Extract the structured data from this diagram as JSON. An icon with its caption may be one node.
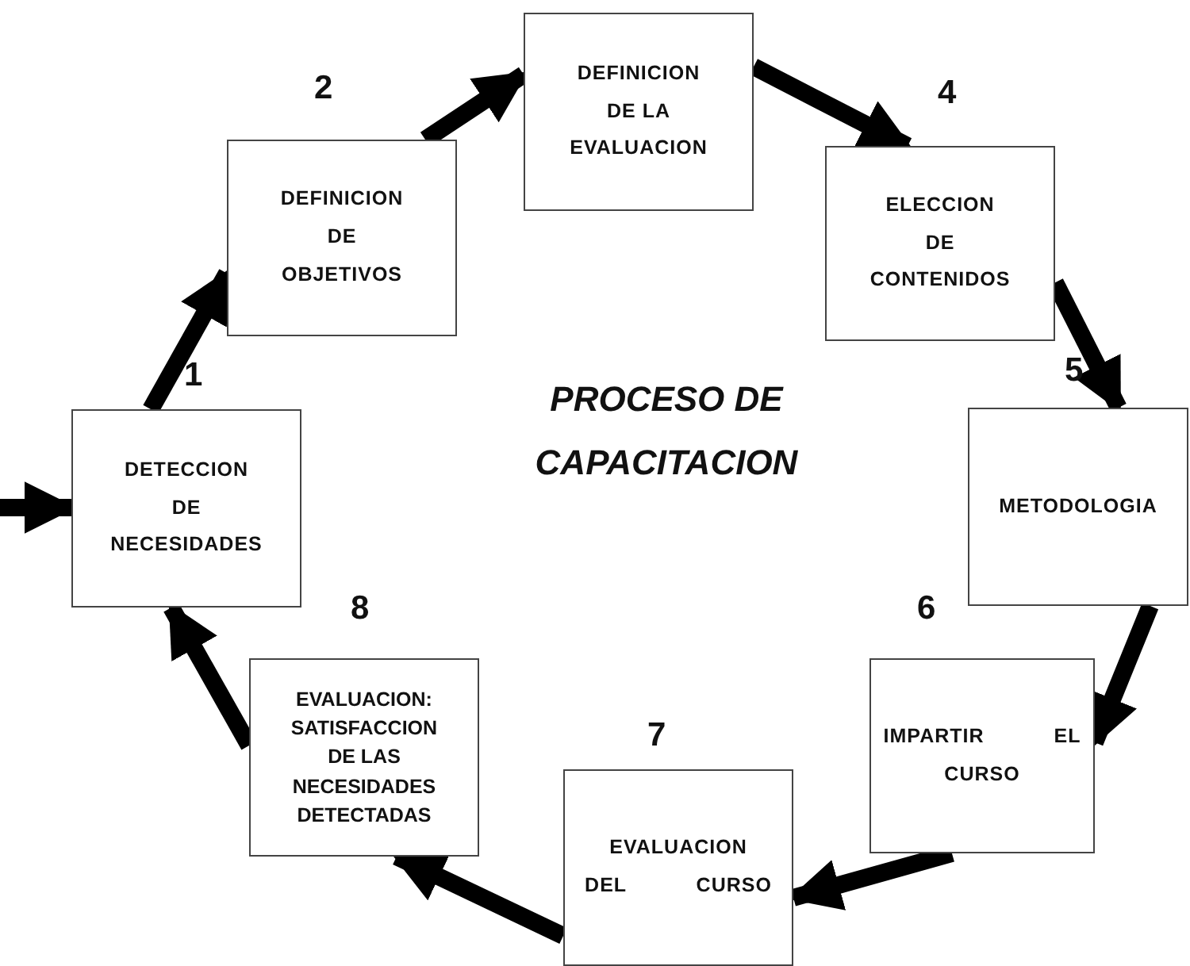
{
  "diagram": {
    "title": "PROCESO DE CAPACITACION",
    "nodes": [
      {
        "text": [
          "DETECCION DE NECESIDADES"
        ],
        "beside": [
          "1"
        ]
      },
      {
        "text": [
          "DEFINICION DE OBJETIVOS"
        ],
        "beside": [
          "2"
        ]
      },
      {
        "text": [
          "DEFINICION DE LA EVALUACION"
        ]
      },
      {
        "text": [
          "ELECCION DE CONTENIDOS"
        ],
        "beside": [
          "4"
        ]
      },
      {
        "text": [
          "METODOLOGIA"
        ],
        "beside": [
          "5"
        ]
      },
      {
        "text": [
          "IMPARTIR EL CURSO"
        ],
        "beside": [
          "6"
        ]
      },
      {
        "text": [
          "EVALUACION DEL CURSO"
        ],
        "beside": [
          "7"
        ]
      },
      {
        "text": [
          "EVALUACION: SATISFACCION DE LAS NECESIDADES DETECTADAS"
        ],
        "beside": [
          "8"
        ]
      }
    ],
    "edges": [
      {
        "from": 0,
        "to": 1,
        "arrow": "to"
      },
      {
        "from": 1,
        "to": 2,
        "arrow": "to"
      },
      {
        "from": 2,
        "to": 3,
        "arrow": "to"
      },
      {
        "from": 3,
        "to": 4,
        "arrow": "to"
      },
      {
        "from": 4,
        "to": 5,
        "arrow": "to"
      },
      {
        "from": 5,
        "to": 6,
        "arrow": "to"
      },
      {
        "from": 6,
        "to": 7,
        "arrow": "to"
      },
      {
        "from": 7,
        "to": 0,
        "arrow": "to"
      },
      {
        "from": null,
        "to": 0,
        "arrow": "to"
      }
    ]
  }
}
